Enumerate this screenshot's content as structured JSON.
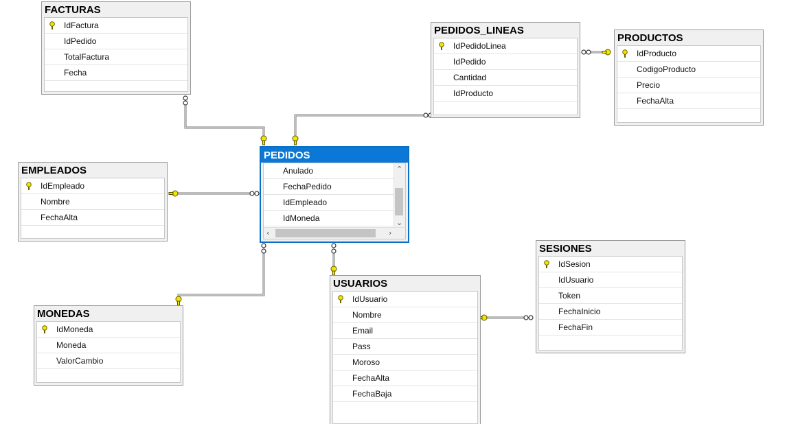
{
  "tables": {
    "facturas": {
      "title": "FACTURAS",
      "columns": [
        "IdFactura",
        "IdPedido",
        "TotalFactura",
        "Fecha"
      ]
    },
    "pedidos_lineas": {
      "title": "PEDIDOS_LINEAS",
      "columns": [
        "IdPedidoLinea",
        "IdPedido",
        "Cantidad",
        "IdProducto"
      ]
    },
    "productos": {
      "title": "PRODUCTOS",
      "columns": [
        "IdProducto",
        "CodigoProducto",
        "Precio",
        "FechaAlta"
      ]
    },
    "empleados": {
      "title": "EMPLEADOS",
      "columns": [
        "IdEmpleado",
        "Nombre",
        "FechaAlta"
      ]
    },
    "pedidos": {
      "title": "PEDIDOS",
      "columns": [
        "Anulado",
        "FechaPedido",
        "IdEmpleado",
        "IdMoneda"
      ]
    },
    "monedas": {
      "title": "MONEDAS",
      "columns": [
        "IdMoneda",
        "Moneda",
        "ValorCambio"
      ]
    },
    "usuarios": {
      "title": "USUARIOS",
      "columns": [
        "IdUsuario",
        "Nombre",
        "Email",
        "Pass",
        "Moroso",
        "FechaAlta",
        "FechaBaja"
      ]
    },
    "sesiones": {
      "title": "SESIONES",
      "columns": [
        "IdSesion",
        "IdUsuario",
        "Token",
        "FechaInicio",
        "FechaFin"
      ]
    }
  },
  "icons": {
    "primary_key": "key-icon",
    "one_end": "key-connector-icon",
    "many_end": "infinity-connector-icon"
  },
  "colors": {
    "selected_header": "#0b78d7",
    "key_yellow": "#f2e600",
    "relationship_line": "#6e6e6e"
  }
}
